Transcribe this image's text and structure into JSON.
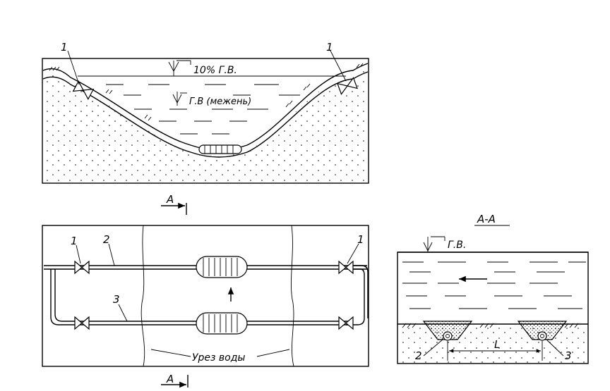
{
  "profile": {
    "flood_level_label": "10% Г.В.",
    "low_water_label": "Г.В (межень)",
    "valve_left": "1",
    "valve_right": "1"
  },
  "plan": {
    "section_mark_top": "А",
    "section_mark_bottom": "А",
    "valve_top_left": "1",
    "valve_top_right": "1",
    "pipe_main_label": "2",
    "pipe_reserve_label": "3",
    "shoreline_label": "Урез воды"
  },
  "section": {
    "title": "А-А",
    "water_level_label": "Г.В.",
    "pipe_main_label": "2",
    "pipe_reserve_label": "3",
    "distance_label": "L"
  },
  "colors": {
    "ink": "#000000",
    "paper": "#ffffff"
  }
}
